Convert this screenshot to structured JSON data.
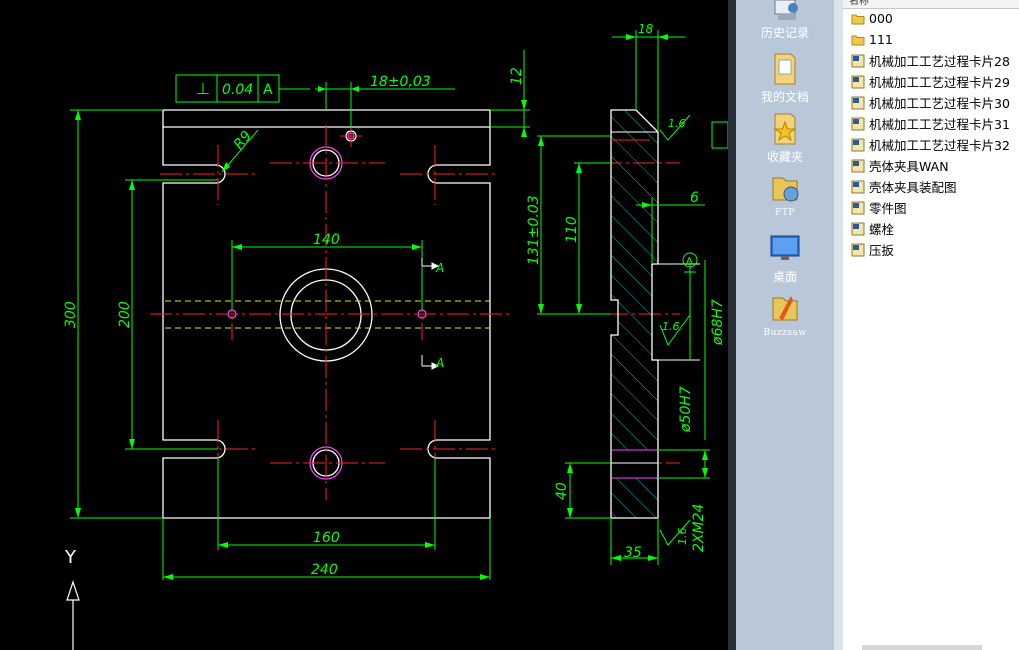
{
  "cad": {
    "tolerance_frame": {
      "symbol": "⊥",
      "value": "0.04",
      "datum": "A"
    },
    "dimensions": {
      "d_18_03": "18±0,03",
      "d_12": "12",
      "d_18_top": "18",
      "r9": "R9",
      "d_300": "300",
      "d_200": "200",
      "d_140": "140",
      "d_160": "160",
      "d_240": "240",
      "d_131": "131±0.03",
      "d_110": "110",
      "d_6": "6",
      "d_16a": "1.6",
      "d_16b": "1.6",
      "d_16c": "1.6",
      "d_68h7": "ø68H7",
      "d_50h7": "ø50H7",
      "d_40": "40",
      "d_35": "35",
      "d_2xm24": "2XM24",
      "datum_a": "A"
    },
    "section_labels": {
      "top": "A",
      "bottom": "A"
    },
    "axis_y": "Y"
  },
  "places": [
    {
      "label": "历史记录",
      "icon": "history-icon"
    },
    {
      "label": "我的文档",
      "icon": "my-documents-icon"
    },
    {
      "label": "收藏夹",
      "icon": "favorites-icon"
    },
    {
      "label": "FTP",
      "icon": "ftp-icon"
    },
    {
      "label": "桌面",
      "icon": "desktop-icon"
    },
    {
      "label": "Buzzsaw",
      "icon": "buzzsaw-icon"
    }
  ],
  "filelist": {
    "header": "名称",
    "items": [
      {
        "name": "000",
        "type": "folder"
      },
      {
        "name": "111",
        "type": "folder"
      },
      {
        "name": "机械加工工艺过程卡片28",
        "type": "dwg"
      },
      {
        "name": "机械加工工艺过程卡片29",
        "type": "dwg"
      },
      {
        "name": "机械加工工艺过程卡片30",
        "type": "dwg"
      },
      {
        "name": "机械加工工艺过程卡片31",
        "type": "dwg"
      },
      {
        "name": "机械加工工艺过程卡片32",
        "type": "dwg"
      },
      {
        "name": "壳体夹具WAN",
        "type": "dwg"
      },
      {
        "name": "壳体夹具装配图",
        "type": "dwg"
      },
      {
        "name": "零件图",
        "type": "dwg"
      },
      {
        "name": "螺栓",
        "type": "dwg"
      },
      {
        "name": "压扳",
        "type": "dwg"
      }
    ]
  },
  "colors": {
    "dim": "#00ff00",
    "outline": "#ffffff",
    "center": "#ff2020",
    "hatch": "#00c8c8",
    "hole": "#ff40ff"
  }
}
